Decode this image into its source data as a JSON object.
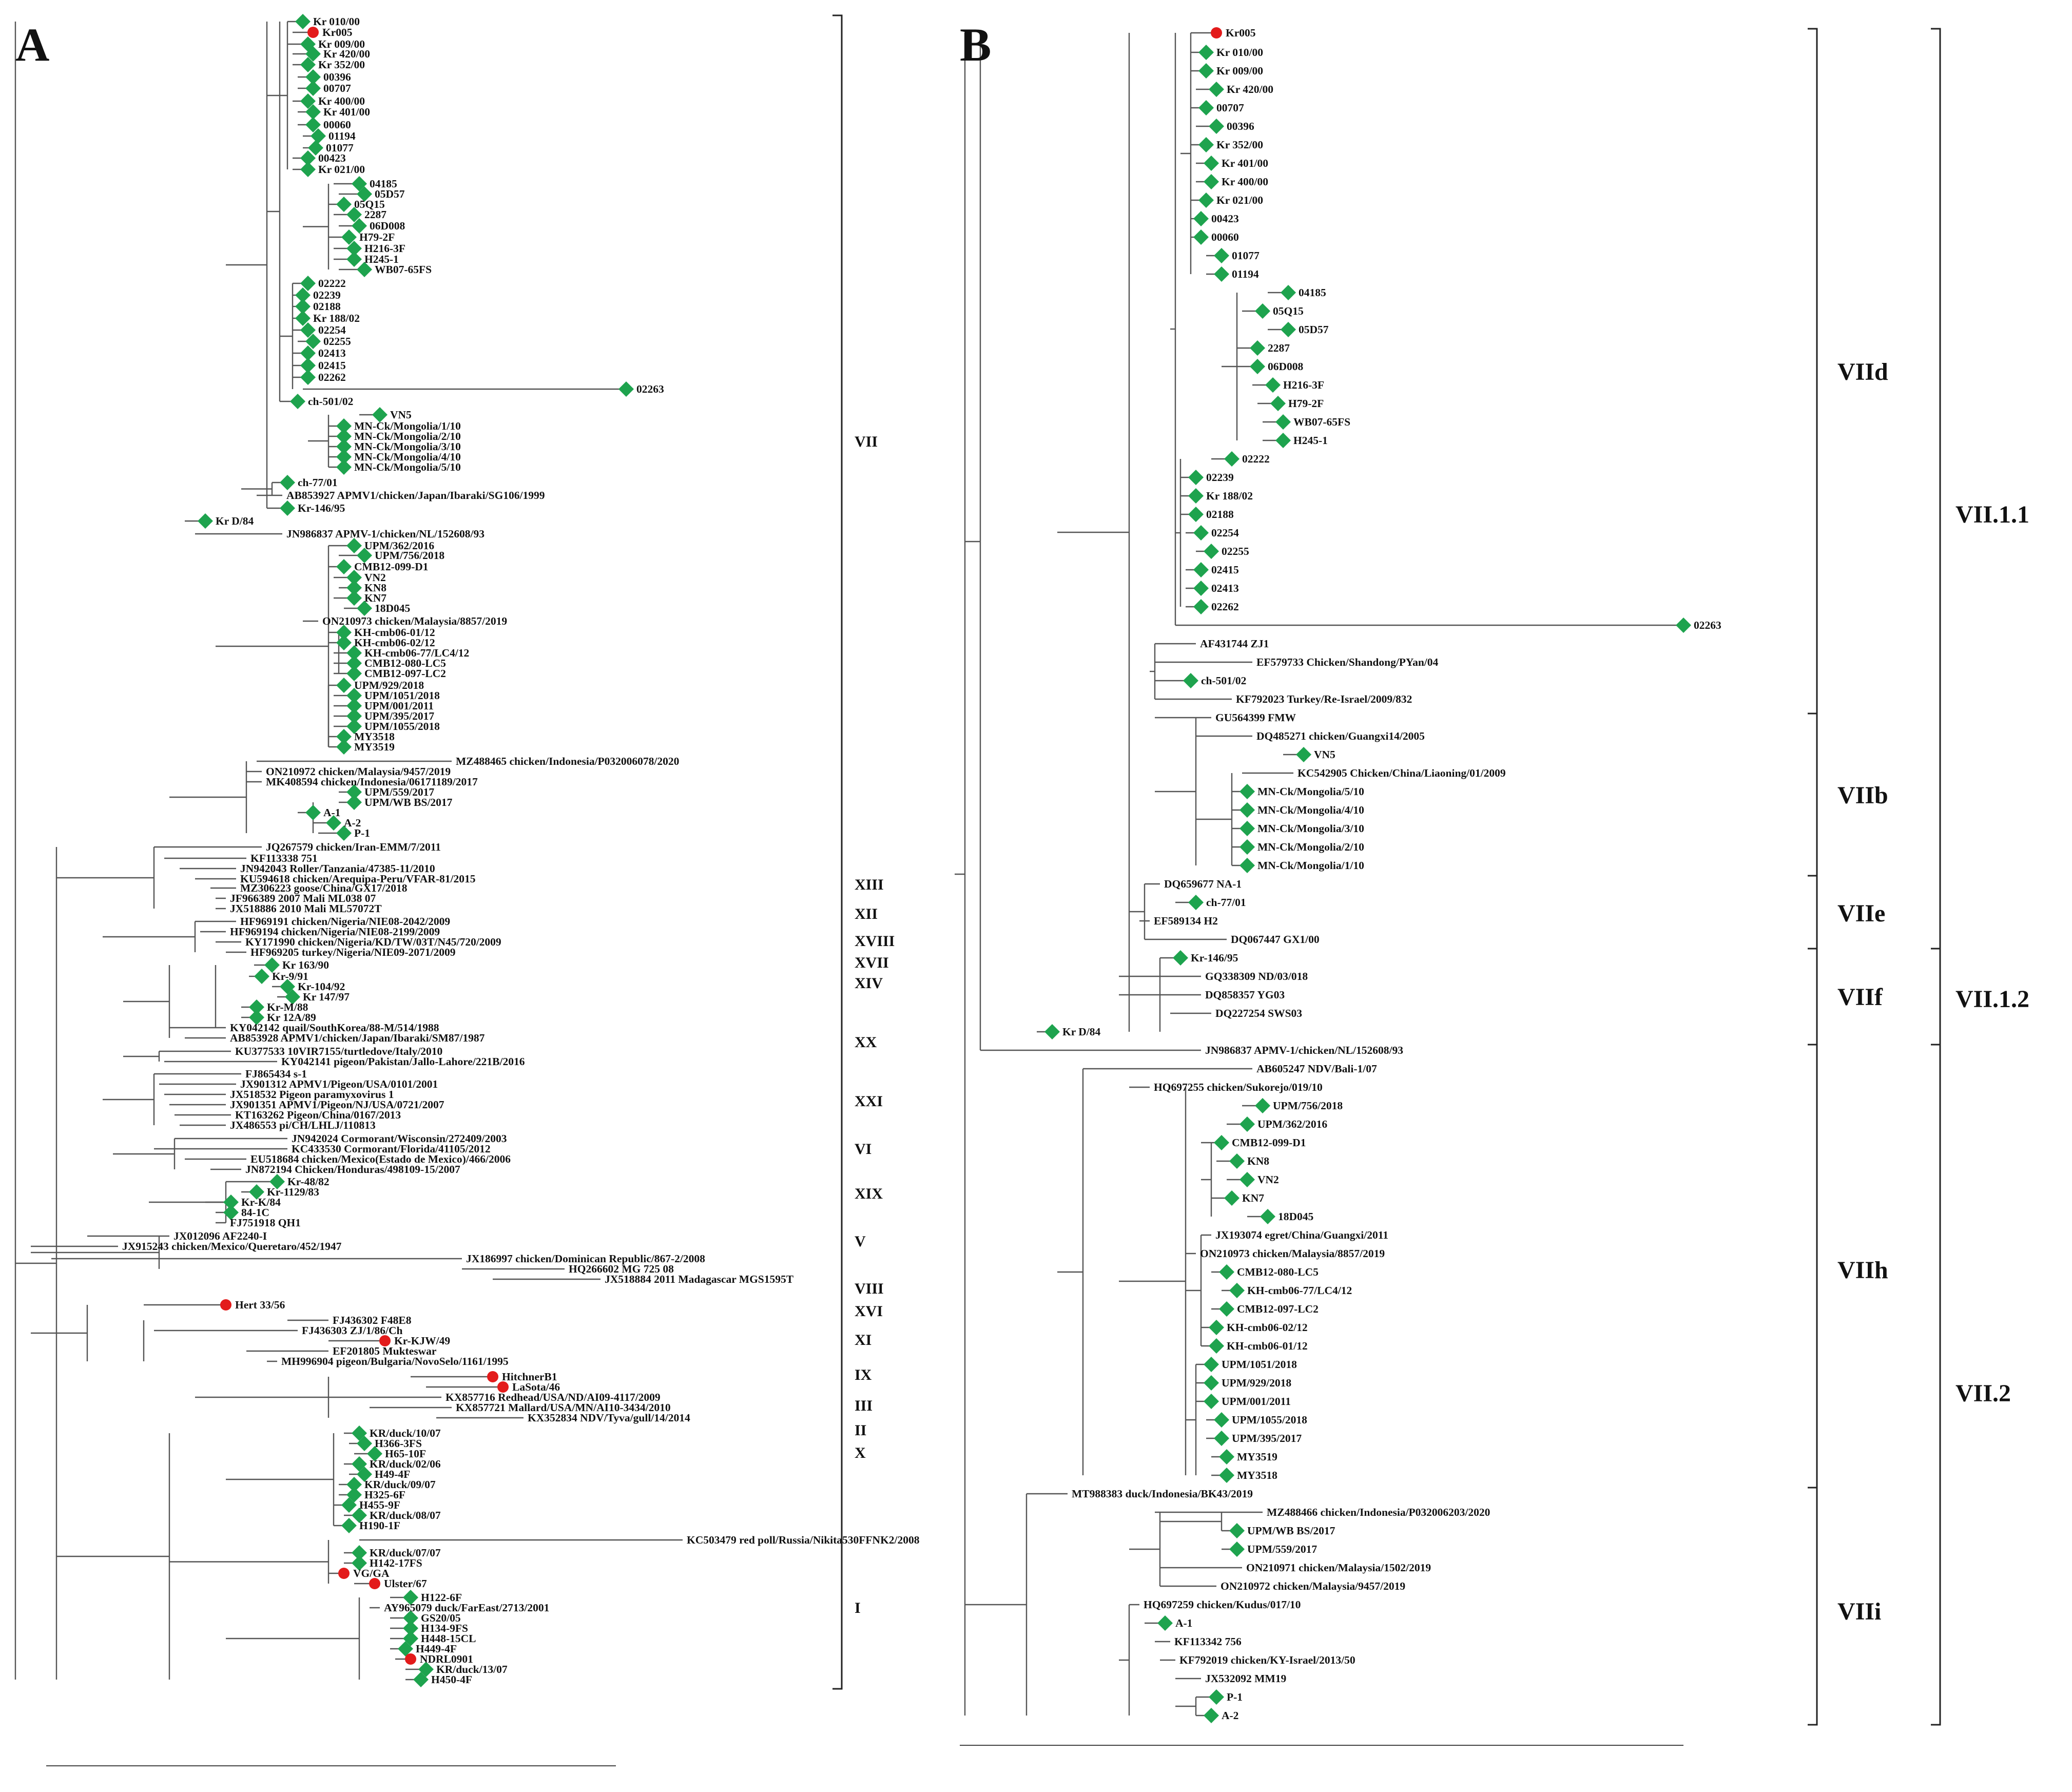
{
  "panel_labels": [
    "A",
    "B"
  ],
  "colors": {
    "marker_diamond": "#1ea34e",
    "marker_circle": "#e31b1b",
    "branch": "#555555",
    "text": "#111111"
  },
  "tree_a": {
    "tips": [
      {
        "t": "Kr 010/00",
        "m": "d"
      },
      {
        "t": "Kr005",
        "m": "c"
      },
      {
        "t": "Kr 009/00",
        "m": "d"
      },
      {
        "t": "Kr 420/00",
        "m": "d"
      },
      {
        "t": "Kr 352/00",
        "m": "d"
      },
      {
        "t": "00396",
        "m": "d"
      },
      {
        "t": "00707",
        "m": "d"
      },
      {
        "t": "Kr 400/00",
        "m": "d"
      },
      {
        "t": "Kr 401/00",
        "m": "d"
      },
      {
        "t": "00060",
        "m": "d"
      },
      {
        "t": "01194",
        "m": "d"
      },
      {
        "t": "01077",
        "m": "d"
      },
      {
        "t": "00423",
        "m": "d"
      },
      {
        "t": "Kr 021/00",
        "m": "d"
      },
      {
        "t": "04185",
        "m": "d"
      },
      {
        "t": "05D57",
        "m": "d"
      },
      {
        "t": "05Q15",
        "m": "d"
      },
      {
        "t": "2287",
        "m": "d"
      },
      {
        "t": "06D008",
        "m": "d"
      },
      {
        "t": "H79-2F",
        "m": "d"
      },
      {
        "t": "H216-3F",
        "m": "d"
      },
      {
        "t": "H245-1",
        "m": "d"
      },
      {
        "t": "WB07-65FS",
        "m": "d"
      },
      {
        "t": "02222",
        "m": "d"
      },
      {
        "t": "02239",
        "m": "d"
      },
      {
        "t": "02188",
        "m": "d"
      },
      {
        "t": "Kr 188/02",
        "m": "d"
      },
      {
        "t": "02254",
        "m": "d"
      },
      {
        "t": "02255",
        "m": "d"
      },
      {
        "t": "02413",
        "m": "d"
      },
      {
        "t": "02415",
        "m": "d"
      },
      {
        "t": "02262",
        "m": "d"
      },
      {
        "t": "02263",
        "m": "d"
      },
      {
        "t": "ch-501/02",
        "m": "d"
      },
      {
        "t": "VN5",
        "m": "d"
      },
      {
        "t": "MN-Ck/Mongolia/1/10",
        "m": "d"
      },
      {
        "t": "MN-Ck/Mongolia/2/10",
        "m": "d"
      },
      {
        "t": "MN-Ck/Mongolia/3/10",
        "m": "d"
      },
      {
        "t": "MN-Ck/Mongolia/4/10",
        "m": "d"
      },
      {
        "t": "MN-Ck/Mongolia/5/10",
        "m": "d"
      },
      {
        "t": "ch-77/01",
        "m": "d"
      },
      {
        "t": "AB853927 APMV1/chicken/Japan/Ibaraki/SG106/1999",
        "m": ""
      },
      {
        "t": "Kr-146/95",
        "m": "d"
      },
      {
        "t": "Kr D/84",
        "m": "d"
      },
      {
        "t": "JN986837 APMV-1/chicken/NL/152608/93",
        "m": ""
      },
      {
        "t": "UPM/362/2016",
        "m": "d"
      },
      {
        "t": "UPM/756/2018",
        "m": "d"
      },
      {
        "t": "CMB12-099-D1",
        "m": "d"
      },
      {
        "t": "VN2",
        "m": "d"
      },
      {
        "t": "KN8",
        "m": "d"
      },
      {
        "t": "KN7",
        "m": "d"
      },
      {
        "t": "18D045",
        "m": "d"
      },
      {
        "t": "ON210973 chicken/Malaysia/8857/2019",
        "m": ""
      },
      {
        "t": "KH-cmb06-01/12",
        "m": "d"
      },
      {
        "t": "KH-cmb06-02/12",
        "m": "d"
      },
      {
        "t": "KH-cmb06-77/LC4/12",
        "m": "d"
      },
      {
        "t": "CMB12-080-LC5",
        "m": "d"
      },
      {
        "t": "CMB12-097-LC2",
        "m": "d"
      },
      {
        "t": "UPM/929/2018",
        "m": "d"
      },
      {
        "t": "UPM/1051/2018",
        "m": "d"
      },
      {
        "t": "UPM/001/2011",
        "m": "d"
      },
      {
        "t": "UPM/395/2017",
        "m": "d"
      },
      {
        "t": "UPM/1055/2018",
        "m": "d"
      },
      {
        "t": "MY3518",
        "m": "d"
      },
      {
        "t": "MY3519",
        "m": "d"
      },
      {
        "t": "MZ488465 chicken/Indonesia/P032006078/2020",
        "m": ""
      },
      {
        "t": "ON210972 chicken/Malaysia/9457/2019",
        "m": ""
      },
      {
        "t": "MK408594 chicken/Indonesia/06171189/2017",
        "m": ""
      },
      {
        "t": "UPM/559/2017",
        "m": "d"
      },
      {
        "t": "UPM/WB BS/2017",
        "m": "d"
      },
      {
        "t": "A-1",
        "m": "d"
      },
      {
        "t": "A-2",
        "m": "d"
      },
      {
        "t": "P-1",
        "m": "d"
      },
      {
        "t": "JQ267579 chicken/Iran-EMM/7/2011",
        "m": ""
      },
      {
        "t": "KF113338 751",
        "m": ""
      },
      {
        "t": "JN942043 Roller/Tanzania/47385-11/2010",
        "m": ""
      },
      {
        "t": "KU594618 chicken/Arequipa-Peru/VFAR-81/2015",
        "m": ""
      },
      {
        "t": "MZ306223 goose/China/GX17/2018",
        "m": ""
      },
      {
        "t": "JF966389 2007 Mali ML038 07",
        "m": ""
      },
      {
        "t": "JX518886 2010 Mali ML57072T",
        "m": ""
      },
      {
        "t": "HF969191 chicken/Nigeria/NIE08-2042/2009",
        "m": ""
      },
      {
        "t": "HF969194 chicken/Nigeria/NIE08-2199/2009",
        "m": ""
      },
      {
        "t": "KY171990 chicken/Nigeria/KD/TW/03T/N45/720/2009",
        "m": ""
      },
      {
        "t": "HF969205 turkey/Nigeria/NIE09-2071/2009",
        "m": ""
      },
      {
        "t": "Kr 163/90",
        "m": "d"
      },
      {
        "t": "Kr-9/91",
        "m": "d"
      },
      {
        "t": "Kr-104/92",
        "m": "d"
      },
      {
        "t": "Kr 147/97",
        "m": "d"
      },
      {
        "t": "Kr-M/88",
        "m": "d"
      },
      {
        "t": "Kr 12A/89",
        "m": "d"
      },
      {
        "t": "KY042142 quail/SouthKorea/88-M/514/1988",
        "m": ""
      },
      {
        "t": "AB853928 APMV1/chicken/Japan/Ibaraki/SM87/1987",
        "m": ""
      },
      {
        "t": "KU377533 10VIR7155/turtledove/Italy/2010",
        "m": ""
      },
      {
        "t": "KY042141 pigeon/Pakistan/Jallo-Lahore/221B/2016",
        "m": ""
      },
      {
        "t": "FJ865434 s-1",
        "m": ""
      },
      {
        "t": "JX901312 APMV1/Pigeon/USA/0101/2001",
        "m": ""
      },
      {
        "t": "JX518532 Pigeon paramyxovirus 1",
        "m": ""
      },
      {
        "t": "JX901351 APMV1/Pigeon/NJ/USA/0721/2007",
        "m": ""
      },
      {
        "t": "KT163262 Pigeon/China/0167/2013",
        "m": ""
      },
      {
        "t": "JX486553 pi/CH/LHLJ/110813",
        "m": ""
      },
      {
        "t": "JN942024 Cormorant/Wisconsin/272409/2003",
        "m": ""
      },
      {
        "t": "KC433530 Cormorant/Florida/41105/2012",
        "m": ""
      },
      {
        "t": "EU518684 chicken/Mexico(Estado de Mexico)/466/2006",
        "m": ""
      },
      {
        "t": "JN872194 Chicken/Honduras/498109-15/2007",
        "m": ""
      },
      {
        "t": "Kr-48/82",
        "m": "d"
      },
      {
        "t": "Kr-1129/83",
        "m": "d"
      },
      {
        "t": "Kr-K/84",
        "m": "d"
      },
      {
        "t": "84-1C",
        "m": "d"
      },
      {
        "t": "FJ751918 QH1",
        "m": ""
      },
      {
        "t": "JX012096 AF2240-I",
        "m": ""
      },
      {
        "t": "JX915243 chicken/Mexico/Queretaro/452/1947",
        "m": ""
      },
      {
        "t": "JX186997 chicken/Dominican Republic/867-2/2008",
        "m": ""
      },
      {
        "t": "HQ266602 MG 725 08",
        "m": ""
      },
      {
        "t": "JX518884 2011 Madagascar MGS1595T",
        "m": ""
      },
      {
        "t": "Hert 33/56",
        "m": "c"
      },
      {
        "t": "FJ436302 F48E8",
        "m": ""
      },
      {
        "t": "FJ436303 ZJ/1/86/Ch",
        "m": ""
      },
      {
        "t": "Kr-KJW/49",
        "m": "c"
      },
      {
        "t": "EF201805 Mukteswar",
        "m": ""
      },
      {
        "t": "MH996904 pigeon/Bulgaria/NovoSelo/1161/1995",
        "m": ""
      },
      {
        "t": "HitchnerB1",
        "m": "c"
      },
      {
        "t": "LaSota/46",
        "m": "c"
      },
      {
        "t": "KX857716 Redhead/USA/ND/AI09-4117/2009",
        "m": ""
      },
      {
        "t": "KX857721 Mallard/USA/MN/AI10-3434/2010",
        "m": ""
      },
      {
        "t": "KX352834 NDV/Tyva/gull/14/2014",
        "m": ""
      },
      {
        "t": "KR/duck/10/07",
        "m": "d"
      },
      {
        "t": "H366-3FS",
        "m": "d"
      },
      {
        "t": "H65-10F",
        "m": "d"
      },
      {
        "t": "KR/duck/02/06",
        "m": "d"
      },
      {
        "t": "H49-4F",
        "m": "d"
      },
      {
        "t": "KR/duck/09/07",
        "m": "d"
      },
      {
        "t": "H325-6F",
        "m": "d"
      },
      {
        "t": "H455-9F",
        "m": "d"
      },
      {
        "t": "KR/duck/08/07",
        "m": "d"
      },
      {
        "t": "H190-1F",
        "m": "d"
      },
      {
        "t": "KC503479 red poll/Russia/Nikita530FFNK2/2008",
        "m": ""
      },
      {
        "t": "KR/duck/07/07",
        "m": "d"
      },
      {
        "t": "H142-17FS",
        "m": "d"
      },
      {
        "t": "VG/GA",
        "m": "c"
      },
      {
        "t": "Ulster/67",
        "m": "c"
      },
      {
        "t": "H122-6F",
        "m": "d"
      },
      {
        "t": "AY965079 duck/FarEast/2713/2001",
        "m": ""
      },
      {
        "t": "GS20/05",
        "m": "d"
      },
      {
        "t": "H134-9FS",
        "m": "d"
      },
      {
        "t": "H448-15CL",
        "m": "d"
      },
      {
        "t": "H449-4F",
        "m": "d"
      },
      {
        "t": "NDRL0901",
        "m": "c"
      },
      {
        "t": "KR/duck/13/07",
        "m": "d"
      },
      {
        "t": "H450-4F",
        "m": "d"
      }
    ],
    "genotypes": [
      "VII",
      "XIII",
      "XII",
      "XVIII",
      "XVII",
      "XIV",
      "XX",
      "XXI",
      "VI",
      "XIX",
      "V",
      "VIII",
      "XVI",
      "XI",
      "IX",
      "III",
      "II",
      "X",
      "I"
    ]
  },
  "tree_b": {
    "tips": [
      {
        "t": "Kr005",
        "m": "c"
      },
      {
        "t": "Kr 010/00",
        "m": "d"
      },
      {
        "t": "Kr 009/00",
        "m": "d"
      },
      {
        "t": "Kr 420/00",
        "m": "d"
      },
      {
        "t": "00707",
        "m": "d"
      },
      {
        "t": "00396",
        "m": "d"
      },
      {
        "t": "Kr 352/00",
        "m": "d"
      },
      {
        "t": "Kr 401/00",
        "m": "d"
      },
      {
        "t": "Kr 400/00",
        "m": "d"
      },
      {
        "t": "Kr 021/00",
        "m": "d"
      },
      {
        "t": "00423",
        "m": "d"
      },
      {
        "t": "00060",
        "m": "d"
      },
      {
        "t": "01077",
        "m": "d"
      },
      {
        "t": "01194",
        "m": "d"
      },
      {
        "t": "04185",
        "m": "d"
      },
      {
        "t": "05Q15",
        "m": "d"
      },
      {
        "t": "05D57",
        "m": "d"
      },
      {
        "t": "2287",
        "m": "d"
      },
      {
        "t": "06D008",
        "m": "d"
      },
      {
        "t": "H216-3F",
        "m": "d"
      },
      {
        "t": "H79-2F",
        "m": "d"
      },
      {
        "t": "WB07-65FS",
        "m": "d"
      },
      {
        "t": "H245-1",
        "m": "d"
      },
      {
        "t": "02222",
        "m": "d"
      },
      {
        "t": "02239",
        "m": "d"
      },
      {
        "t": "Kr 188/02",
        "m": "d"
      },
      {
        "t": "02188",
        "m": "d"
      },
      {
        "t": "02254",
        "m": "d"
      },
      {
        "t": "02255",
        "m": "d"
      },
      {
        "t": "02415",
        "m": "d"
      },
      {
        "t": "02413",
        "m": "d"
      },
      {
        "t": "02262",
        "m": "d"
      },
      {
        "t": "02263",
        "m": "d"
      },
      {
        "t": "AF431744 ZJ1",
        "m": ""
      },
      {
        "t": "EF579733 Chicken/Shandong/PYan/04",
        "m": ""
      },
      {
        "t": "ch-501/02",
        "m": "d"
      },
      {
        "t": "KF792023 Turkey/Re-Israel/2009/832",
        "m": ""
      },
      {
        "t": "GU564399 FMW",
        "m": ""
      },
      {
        "t": "DQ485271 chicken/Guangxi14/2005",
        "m": ""
      },
      {
        "t": "VN5",
        "m": "d"
      },
      {
        "t": "KC542905 Chicken/China/Liaoning/01/2009",
        "m": ""
      },
      {
        "t": "MN-Ck/Mongolia/5/10",
        "m": "d"
      },
      {
        "t": "MN-Ck/Mongolia/4/10",
        "m": "d"
      },
      {
        "t": "MN-Ck/Mongolia/3/10",
        "m": "d"
      },
      {
        "t": "MN-Ck/Mongolia/2/10",
        "m": "d"
      },
      {
        "t": "MN-Ck/Mongolia/1/10",
        "m": "d"
      },
      {
        "t": "DQ659677 NA-1",
        "m": ""
      },
      {
        "t": "ch-77/01",
        "m": "d"
      },
      {
        "t": "EF589134 H2",
        "m": ""
      },
      {
        "t": "DQ067447 GX1/00",
        "m": ""
      },
      {
        "t": "Kr-146/95",
        "m": "d"
      },
      {
        "t": "GQ338309 ND/03/018",
        "m": ""
      },
      {
        "t": "DQ858357 YG03",
        "m": ""
      },
      {
        "t": "DQ227254 SWS03",
        "m": ""
      },
      {
        "t": "Kr D/84",
        "m": "d"
      },
      {
        "t": "JN986837 APMV-1/chicken/NL/152608/93",
        "m": ""
      },
      {
        "t": "AB605247 NDV/Bali-1/07",
        "m": ""
      },
      {
        "t": "HQ697255 chicken/Sukorejo/019/10",
        "m": ""
      },
      {
        "t": "UPM/756/2018",
        "m": "d"
      },
      {
        "t": "UPM/362/2016",
        "m": "d"
      },
      {
        "t": "CMB12-099-D1",
        "m": "d"
      },
      {
        "t": "KN8",
        "m": "d"
      },
      {
        "t": "VN2",
        "m": "d"
      },
      {
        "t": "KN7",
        "m": "d"
      },
      {
        "t": "18D045",
        "m": "d"
      },
      {
        "t": "JX193074 egret/China/Guangxi/2011",
        "m": ""
      },
      {
        "t": "ON210973 chicken/Malaysia/8857/2019",
        "m": ""
      },
      {
        "t": "CMB12-080-LC5",
        "m": "d"
      },
      {
        "t": "KH-cmb06-77/LC4/12",
        "m": "d"
      },
      {
        "t": "CMB12-097-LC2",
        "m": "d"
      },
      {
        "t": "KH-cmb06-02/12",
        "m": "d"
      },
      {
        "t": "KH-cmb06-01/12",
        "m": "d"
      },
      {
        "t": "UPM/1051/2018",
        "m": "d"
      },
      {
        "t": "UPM/929/2018",
        "m": "d"
      },
      {
        "t": "UPM/001/2011",
        "m": "d"
      },
      {
        "t": "UPM/1055/2018",
        "m": "d"
      },
      {
        "t": "UPM/395/2017",
        "m": "d"
      },
      {
        "t": "MY3519",
        "m": "d"
      },
      {
        "t": "MY3518",
        "m": "d"
      },
      {
        "t": "MT988383 duck/Indonesia/BK43/2019",
        "m": ""
      },
      {
        "t": "MZ488466 chicken/Indonesia/P032006203/2020",
        "m": ""
      },
      {
        "t": "UPM/WB BS/2017",
        "m": "d"
      },
      {
        "t": "UPM/559/2017",
        "m": "d"
      },
      {
        "t": "ON210971 chicken/Malaysia/1502/2019",
        "m": ""
      },
      {
        "t": "ON210972 chicken/Malaysia/9457/2019",
        "m": ""
      },
      {
        "t": "HQ697259 chicken/Kudus/017/10",
        "m": ""
      },
      {
        "t": "A-1",
        "m": "d"
      },
      {
        "t": "KF113342 756",
        "m": ""
      },
      {
        "t": "KF792019 chicken/KY-Israel/2013/50",
        "m": ""
      },
      {
        "t": "JX532092 MM19",
        "m": ""
      },
      {
        "t": "P-1",
        "m": "d"
      },
      {
        "t": "A-2",
        "m": "d"
      }
    ],
    "subgenotypes": [
      "VIId",
      "VIIb",
      "VIIe",
      "VIIf",
      "VIIh",
      "VIIi"
    ],
    "groups": [
      "VII.1.1",
      "VII.1.2",
      "VII.2"
    ]
  }
}
